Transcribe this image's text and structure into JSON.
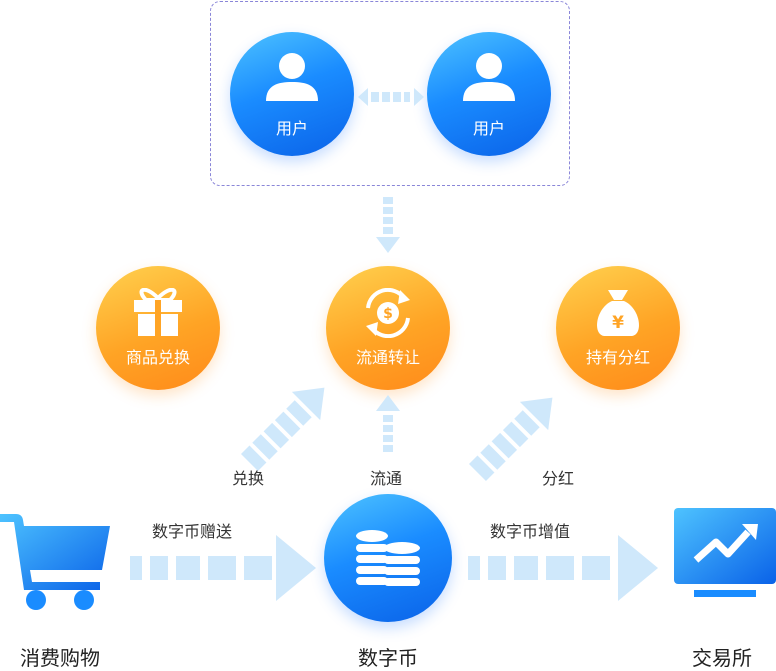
{
  "users": [
    {
      "label": "用户"
    },
    {
      "label": "用户"
    }
  ],
  "features": [
    {
      "label": "商品兑换",
      "icon": "gift-icon"
    },
    {
      "label": "流通转让",
      "icon": "circulation-coin-icon"
    },
    {
      "label": "持有分红",
      "icon": "money-bag-icon"
    }
  ],
  "flows": {
    "exchange": "兑换",
    "circulate": "流通",
    "dividend": "分红",
    "gift": "数字币赠送",
    "appreciate": "数字币增值"
  },
  "nodes": {
    "shopping": "消费购物",
    "coin": "数字币",
    "exchange_house": "交易所"
  },
  "colors": {
    "blue": "#1a8cff",
    "orange": "#ffa425",
    "arrow": "#cfe8fb",
    "box_border": "#8a86d8"
  }
}
